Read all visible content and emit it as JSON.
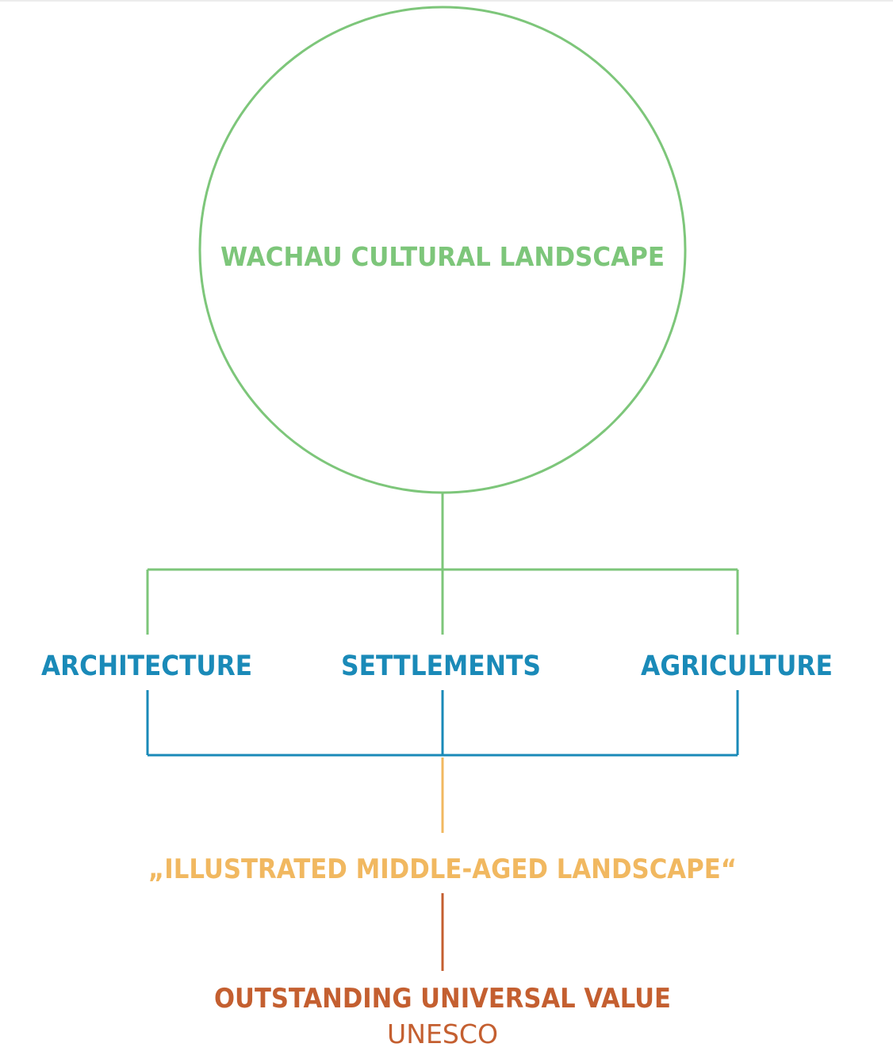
{
  "colors": {
    "green": "#7dc67a",
    "blue": "#1a8ab8",
    "yellow": "#f1b860",
    "rust": "#c45f30"
  },
  "root": {
    "label": "WACHAU CULTURAL LANDSCAPE"
  },
  "pillars": [
    {
      "label": "ARCHITECTURE"
    },
    {
      "label": "SETTLEMENTS"
    },
    {
      "label": "AGRICULTURE"
    }
  ],
  "synthesis": {
    "label": "„ILLUSTRATED MIDDLE-AGED LANDSCAPE“"
  },
  "outcome": {
    "label": "OUTSTANDING UNIVERSAL VALUE",
    "sublabel": "UNESCO"
  }
}
